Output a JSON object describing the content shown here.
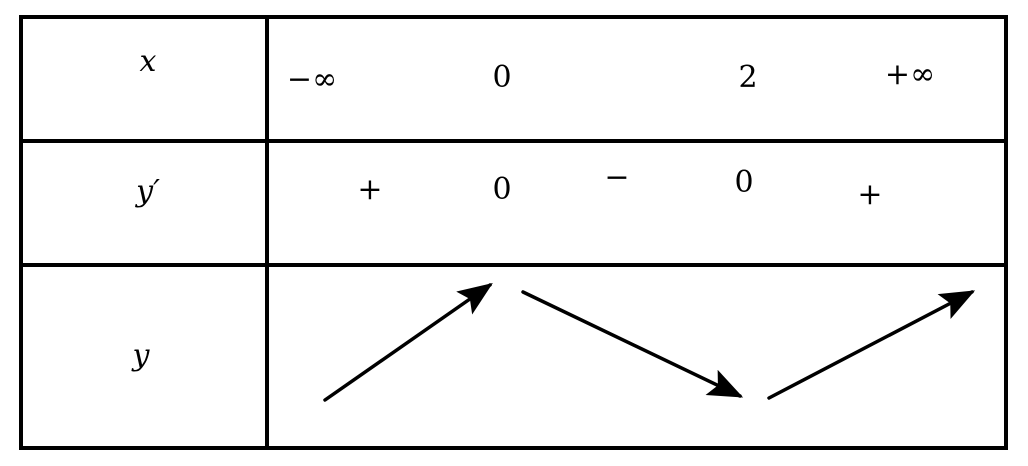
{
  "table": {
    "row_labels": {
      "x": "x",
      "y_prime": "y′",
      "y": "y"
    },
    "x_values": [
      "−∞",
      "0",
      "2",
      "+∞"
    ],
    "derivative_signs": [
      "+",
      "0",
      "−",
      "0",
      "+"
    ],
    "variation": [
      "increasing",
      "decreasing",
      "increasing"
    ]
  }
}
